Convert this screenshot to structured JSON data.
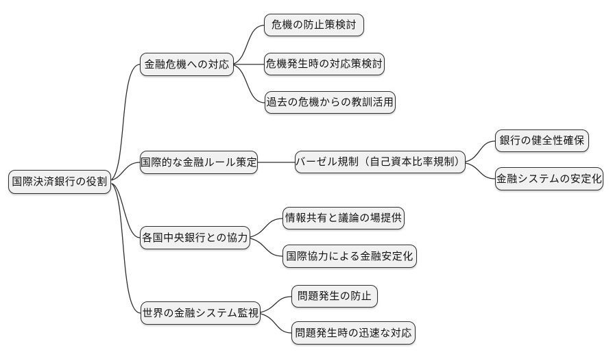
{
  "mindmap": {
    "type": "mindmap",
    "root": {
      "label": "国際決済銀行の役割"
    },
    "branches": [
      {
        "label": "金融危機への対応",
        "children": [
          {
            "label": "危機の防止策検討"
          },
          {
            "label": "危機発生時の対応策検討"
          },
          {
            "label": "過去の危機からの教訓活用"
          }
        ]
      },
      {
        "label": "国際的な金融ルール策定",
        "children": [
          {
            "label": "バーゼル規制（自己資本比率規制）",
            "children": [
              {
                "label": "銀行の健全性確保"
              },
              {
                "label": "金融システムの安定化"
              }
            ]
          }
        ]
      },
      {
        "label": "各国中央銀行との協力",
        "children": [
          {
            "label": "情報共有と議論の場提供"
          },
          {
            "label": "国際協力による金融安定化"
          }
        ]
      },
      {
        "label": "世界の金融システム監視",
        "children": [
          {
            "label": "問題発生の防止"
          },
          {
            "label": "問題発生時の迅速な対応"
          }
        ]
      }
    ],
    "colors": {
      "background": "#ffffff",
      "node_fill": "#f1f1f1",
      "node_border": "#2e2e2e",
      "edge": "#2e2e2e",
      "text": "#111111"
    }
  }
}
